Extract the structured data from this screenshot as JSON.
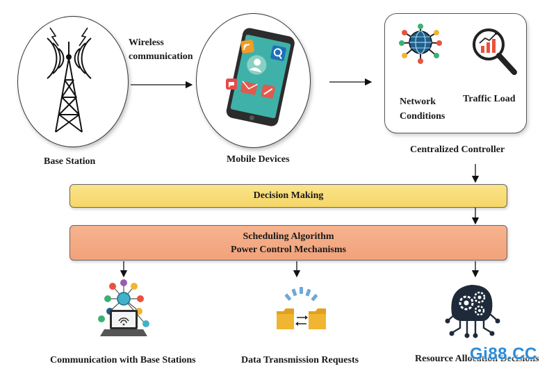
{
  "top": {
    "base_station_label": "Base Station",
    "wireless_label_line1": "Wireless",
    "wireless_label_line2": "communication",
    "mobile_devices_label": "Mobile Devices",
    "network_conditions_line1": "Network",
    "network_conditions_line2": "Conditions",
    "traffic_load_label": "Traffic Load",
    "centralized_controller_label": "Centralized Controller"
  },
  "bars": {
    "decision_making": "Decision Making",
    "scheduling_line1": "Scheduling Algorithm",
    "scheduling_line2": "Power Control Mechanisms"
  },
  "outputs": {
    "communication_label": "Communication with Base Stations",
    "data_transmission_label": "Data Transmission Requests",
    "resource_allocation_label": "Resource Allocation Decisions"
  },
  "watermark": "Gi88.CC",
  "colors": {
    "decision_bar": "#f5d768",
    "scheduling_bar": "#f2a27a",
    "phone_screen": "#3fb1a8",
    "globe": "#1f5f8b",
    "folder": "#f0b531",
    "gear_head": "#1e2a3a"
  }
}
